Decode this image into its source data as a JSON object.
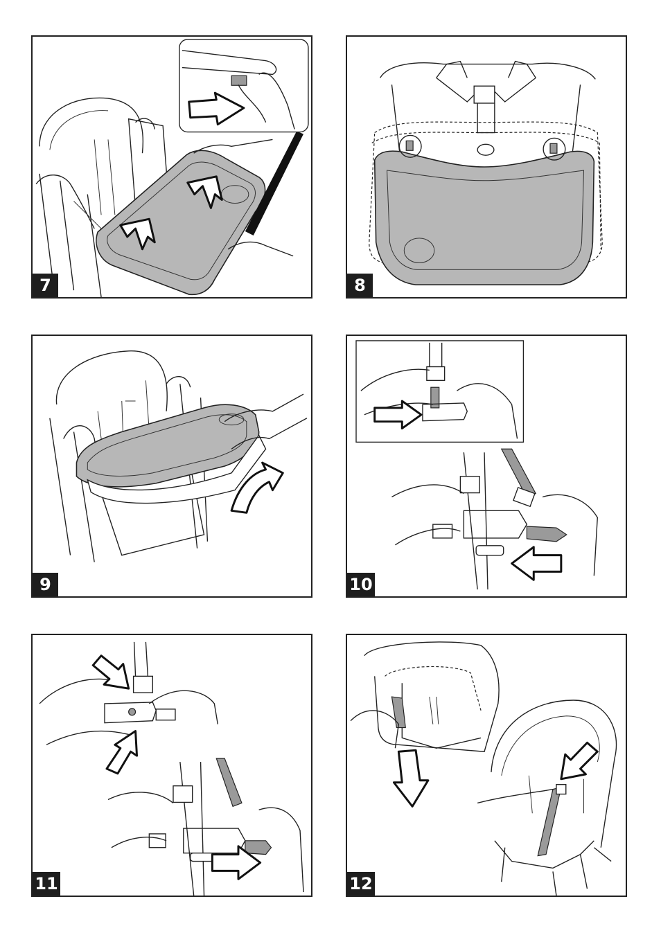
{
  "steps": [
    {
      "number": "7"
    },
    {
      "number": "8"
    },
    {
      "number": "9"
    },
    {
      "number": "10"
    },
    {
      "number": "11"
    },
    {
      "number": "12"
    }
  ],
  "colors": {
    "frame": "#222222",
    "tray": "#b7b7b7",
    "badge": "#1e1e1e"
  },
  "icons": [
    "push-arrow-icon",
    "rotate-arrow-icon",
    "down-arrow-icon"
  ]
}
